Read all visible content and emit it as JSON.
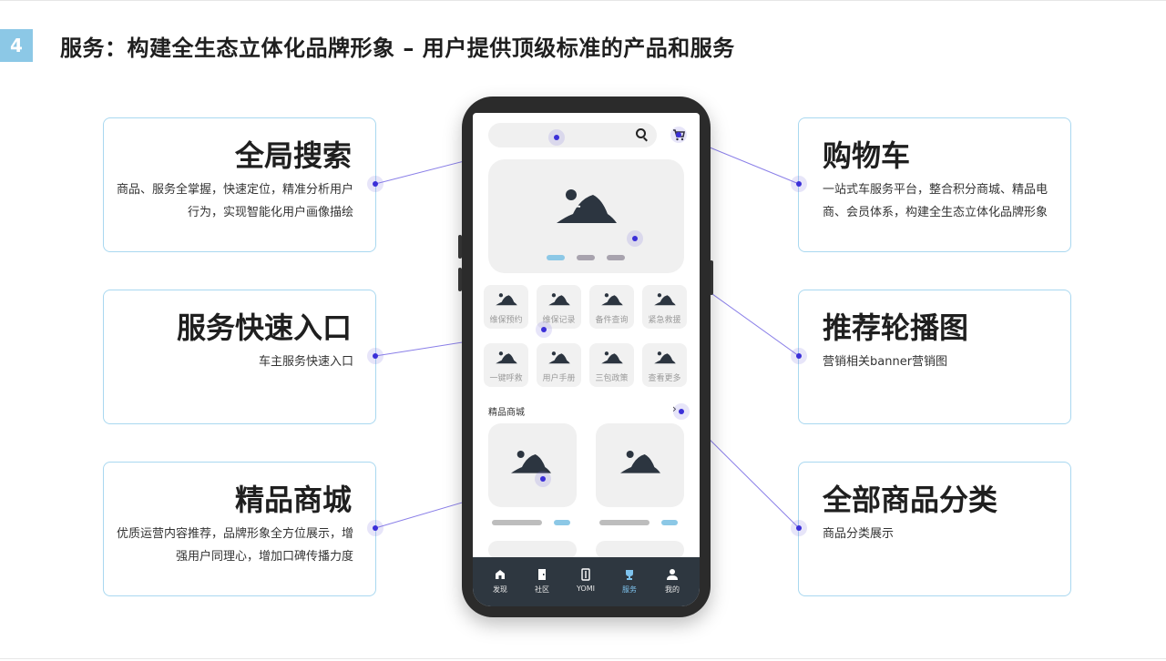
{
  "slide": {
    "number": "4",
    "title": "服务：构建全生态立体化品牌形象 – 用户提供顶级标准的产品和服务"
  },
  "cards": {
    "search": {
      "title": "全局搜索",
      "desc": "商品、服务全掌握，快速定位，精准分析用户行为，实现智能化用户画像描绘"
    },
    "quick": {
      "title": "服务快速入口",
      "desc": "车主服务快速入口"
    },
    "mall": {
      "title": "精品商城",
      "desc": "优质运营内容推荐，品牌形象全方位展示，增强用户同理心，增加口碑传播力度"
    },
    "cart": {
      "title": "购物车",
      "desc": "一站式车服务平台，整合积分商城、精品电商、会员体系，构建全生态立体化品牌形象"
    },
    "carousel": {
      "title": "推荐轮播图",
      "desc": "营销相关banner营销图"
    },
    "category": {
      "title": "全部商品分类",
      "desc": "商品分类展示"
    }
  },
  "phone": {
    "icons": {
      "search": "search-icon",
      "cart": "cart-icon",
      "banner": "image-placeholder-icon"
    },
    "services": [
      {
        "label": "维保预约"
      },
      {
        "label": "维保记录"
      },
      {
        "label": "备件查询"
      },
      {
        "label": "紧急救援"
      },
      {
        "label": "一键呼救"
      },
      {
        "label": "用户手册"
      },
      {
        "label": "三包政策"
      },
      {
        "label": "查看更多"
      }
    ],
    "mall_label": "精品商城",
    "more_symbol": "›",
    "tabs": [
      {
        "label": "发现",
        "icon": "home-icon"
      },
      {
        "label": "社区",
        "icon": "door-icon"
      },
      {
        "label": "YOMI",
        "icon": "yomi-icon"
      },
      {
        "label": "服务",
        "icon": "trophy-icon",
        "active": true
      },
      {
        "label": "我的",
        "icon": "person-icon"
      }
    ],
    "carousel_page": {
      "current": 1,
      "total": 3
    }
  },
  "colors": {
    "accent": "#8cc8e6",
    "card_border": "#a9d8f0",
    "connector": "#8a7fe8",
    "dot": "#3b2fd8",
    "tabbar": "#2e3740",
    "active_tab": "#7ec3ee"
  }
}
